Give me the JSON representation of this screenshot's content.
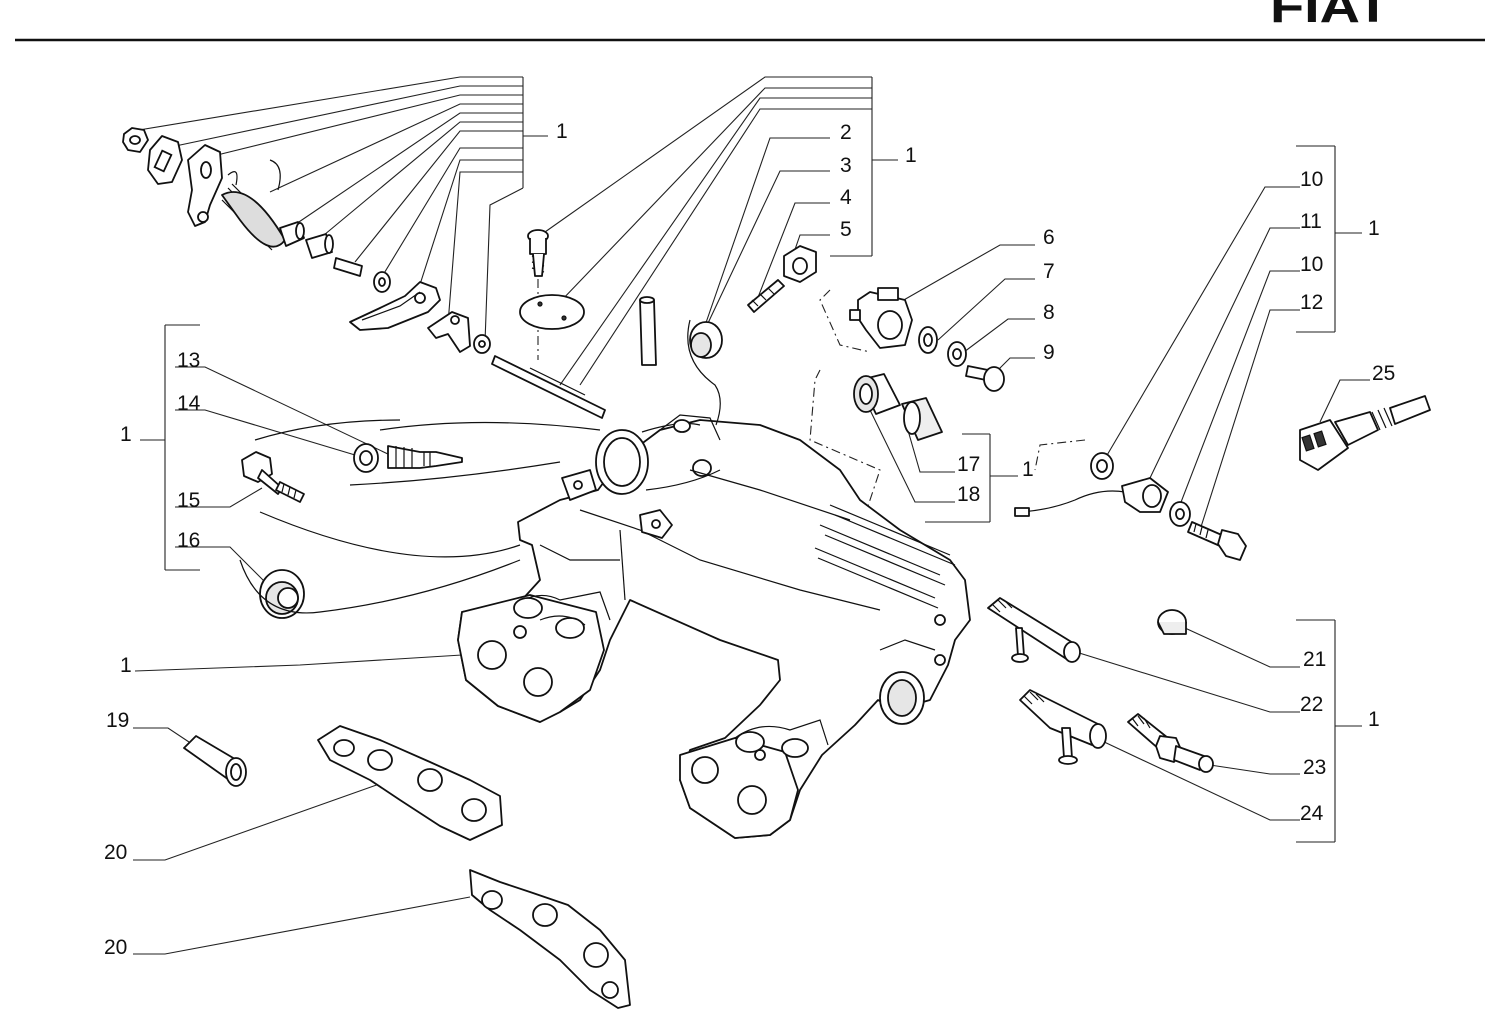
{
  "brand": {
    "logo_text": "FIAT"
  },
  "callouts": {
    "c1_top_left": "1",
    "c1_top_mid": "1",
    "c1_right": "1",
    "c1_left": "1",
    "c1_manifold": "1",
    "c1_mid_right": "1",
    "c1_bottom_right": "1",
    "c2": "2",
    "c3": "3",
    "c4": "4",
    "c5": "5",
    "c6": "6",
    "c7": "7",
    "c8": "8",
    "c9": "9",
    "c10a": "10",
    "c11": "11",
    "c10b": "10",
    "c12": "12",
    "c13": "13",
    "c14": "14",
    "c15": "15",
    "c16": "16",
    "c17": "17",
    "c18": "18",
    "c19": "19",
    "c20a": "20",
    "c20b": "20",
    "c21": "21",
    "c22": "22",
    "c23": "23",
    "c24": "24",
    "c25": "25"
  }
}
